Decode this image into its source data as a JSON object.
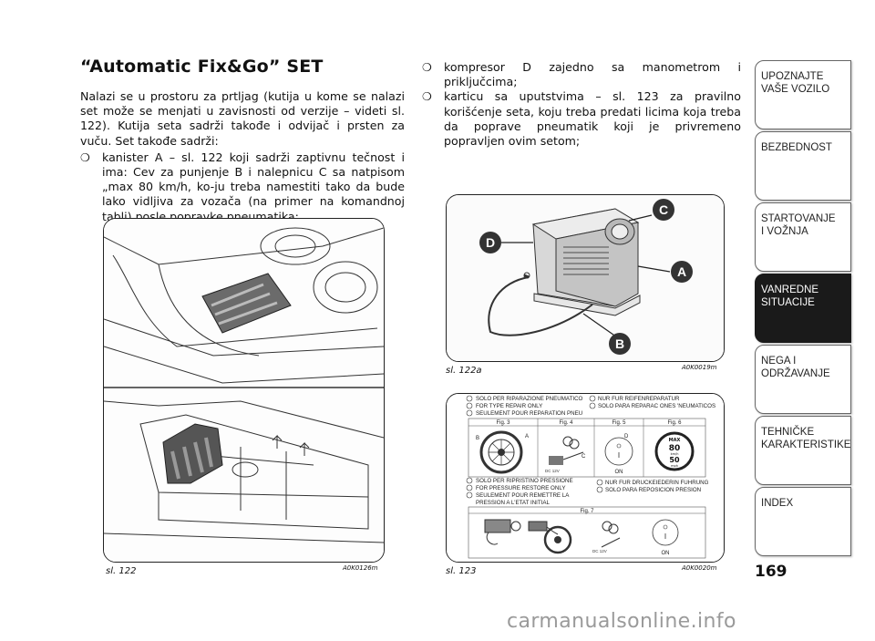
{
  "title": "“Automatic Fix&Go” SET",
  "left_para": "Nalazi se u prostoru za prtljag (kutija u kome se nalazi set može se menjati u zavisnosti od verzije – videti sl. 122). Kutija seta sadrži takođe i odvijač i prsten za vuču. Set takođe sadrži:",
  "left_bullets": [
    "kanister A – sl. 122 koji sadrži zaptivnu tečnost i ima: Cev za punjenje B i nalepnicu C sa natpisom „max 80 km/h, ko-ju treba namestiti tako da bude lako vidljiva za vozača (na primer na komandnoj tabli) posle popravke pneumatika;"
  ],
  "right_bullets": [
    "kompresor D zajedno sa manometrom i priključcima;",
    "karticu sa uputstvima – sl. 123 za pravilno korišćenje seta, koju treba predati licima koja treba da poprave pneumatik koji je privremeno popravljen ovim setom;"
  ],
  "bullet_mark": "❍",
  "figures": {
    "fig122": {
      "caption": "sl. 122",
      "code": "A0K0126m"
    },
    "fig122a": {
      "caption": "sl. 122a",
      "code": "A0K0019m",
      "labels": [
        "C",
        "D",
        "A",
        "B"
      ]
    },
    "fig123": {
      "caption": "sl. 123",
      "code": "A0K0020m",
      "top_left": [
        "SOLO PER RIPARAZIONE PNEUMATICO",
        "FOR TYPE REPAIR ONLY",
        "SEULEMENT POUR REPARATION PNEU"
      ],
      "top_right": [
        "NUR FUR REIFENREPARATUR",
        "SOLO PARA REPARAC ONES 'NEUMATICOS"
      ],
      "mid_left": [
        "SOLO PER RIPRISTINO PRESSIONE",
        "FOR PRESSURE RESTORE ONLY",
        "SEULEMENT POUR REMETTRE LA",
        "PRESSION A L'ETAT INITIAL"
      ],
      "mid_right": [
        "NUR FUR DRUCKEIEDERIN FUHRUNG",
        "SOLO PARA REPOSICION PRESION"
      ],
      "fig_labels": [
        "Fig. 3",
        "Fig. 4",
        "Fig. 5",
        "Fig. 6",
        "Fig. 7"
      ],
      "letters": [
        "B",
        "A",
        "D",
        "C"
      ],
      "on": "ON",
      "dc": "DC 12V",
      "sign": [
        "MAX",
        "80",
        "km/h",
        "50",
        "mph"
      ]
    }
  },
  "tabs": [
    {
      "label": "UPOZNAJTE\nVAŠE VOZILO",
      "active": false
    },
    {
      "label": "BEZBEDNOST",
      "active": false
    },
    {
      "label": "STARTOVANJE\nI VOŽNJA",
      "active": false
    },
    {
      "label": "VANREDNE\nSITUACIJE",
      "active": true
    },
    {
      "label": "NEGA I\nODRŽAVANJE",
      "active": false
    },
    {
      "label": "TEHNIČKE\nKARAKTERISTIKE",
      "active": false
    },
    {
      "label": "INDEX",
      "active": false
    }
  ],
  "page_number": "169",
  "watermark": "carmanualsonline.info"
}
